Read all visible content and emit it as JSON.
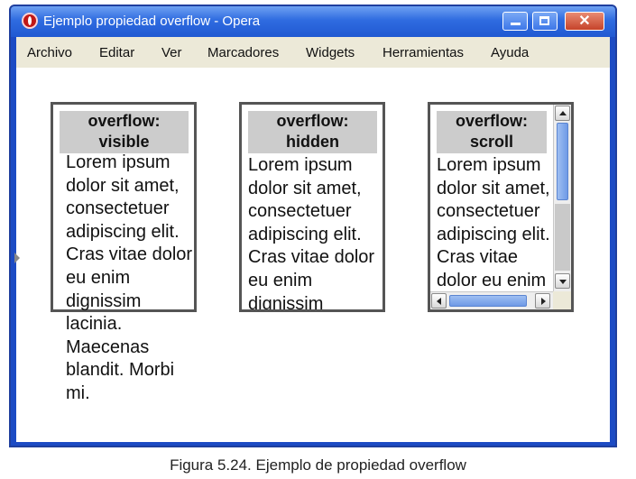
{
  "window": {
    "title": "Ejemplo propiedad overflow - Opera",
    "app_icon": "opera-icon",
    "controls": {
      "minimize": "minimize-icon",
      "maximize": "maximize-icon",
      "close": "close-icon"
    },
    "title_color": "#ffffff",
    "titlebar_color": "#2f6be0"
  },
  "menubar": {
    "items": [
      {
        "label": "Archivo"
      },
      {
        "label": "Editar"
      },
      {
        "label": "Ver"
      },
      {
        "label": "Marcadores"
      },
      {
        "label": "Widgets"
      },
      {
        "label": "Herramientas"
      },
      {
        "label": "Ayuda"
      }
    ]
  },
  "boxes": [
    {
      "heading_line1": "overflow:",
      "heading_line2": "visible",
      "text": "Lorem ipsum dolor sit amet, consectetuer adipiscing elit. Cras vitae dolor eu enim dignissim lacinia. Maecenas blandit. Morbi mi."
    },
    {
      "heading_line1": "overflow:",
      "heading_line2": "hidden",
      "text": "Lorem ipsum dolor sit amet, consectetuer adipiscing elit. Cras vitae dolor eu enim dignissim lacinia. Maecenas blandit. Morbi mi."
    },
    {
      "heading_line1": "overflow:",
      "heading_line2": "scroll",
      "text": "Lorem ipsum dolor sit amet, consectetuer adipiscing elit. Cras vitae dolor eu enim dignissim lacinia. Maecenas blandit. Morbi mi."
    }
  ],
  "caption": "Figura 5.24. Ejemplo de propiedad overflow"
}
